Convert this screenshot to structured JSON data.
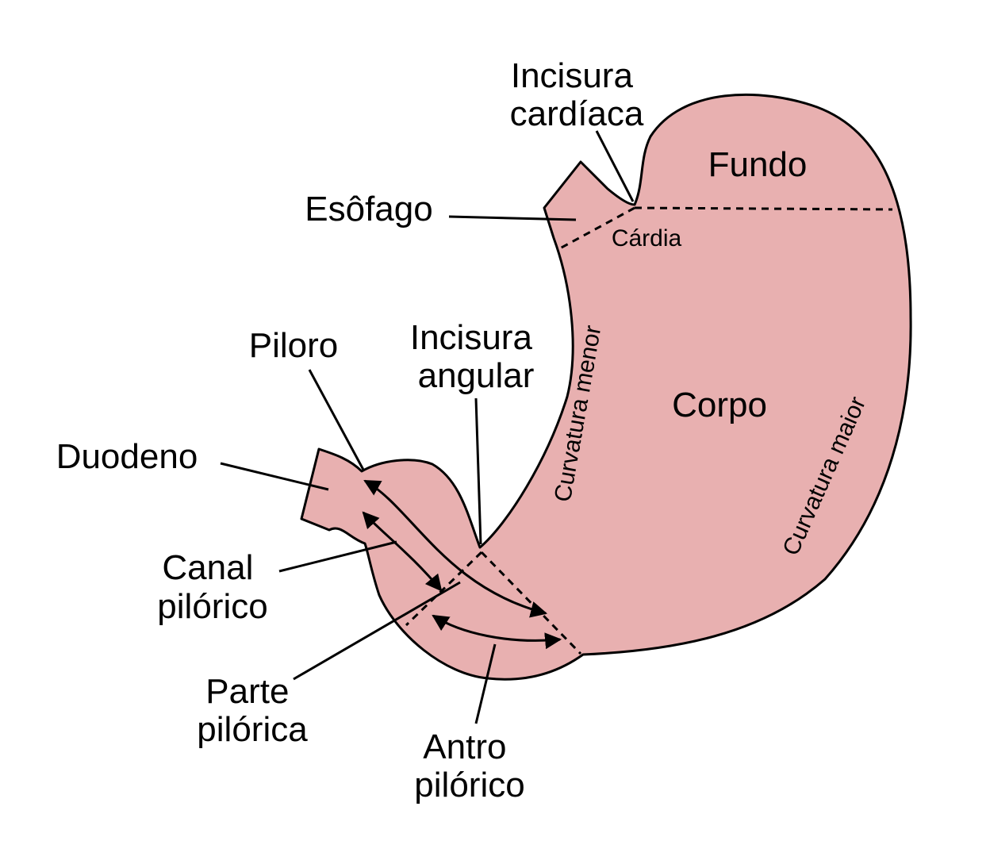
{
  "colors": {
    "stomach_fill": "#e8b0b0",
    "outline": "#000000",
    "background": "#ffffff"
  },
  "labels": {
    "incisura_cardiaca": [
      "Incisura",
      "cardíaca"
    ],
    "fundo": "Fundo",
    "esofago": "Esôfago",
    "cardia": "Cárdia",
    "piloro": "Piloro",
    "incisura_angular": [
      "Incisura",
      "angular"
    ],
    "corpo": "Corpo",
    "curvatura_menor": "Curvatura menor",
    "curvatura_maior": "Curvatura maior",
    "duodeno": "Duodeno",
    "canal_pilorico": [
      "Canal",
      "pilórico"
    ],
    "parte_pilorica": [
      "Parte",
      "pilórica"
    ],
    "antro_pilorico": [
      "Antro",
      "pilórico"
    ]
  }
}
